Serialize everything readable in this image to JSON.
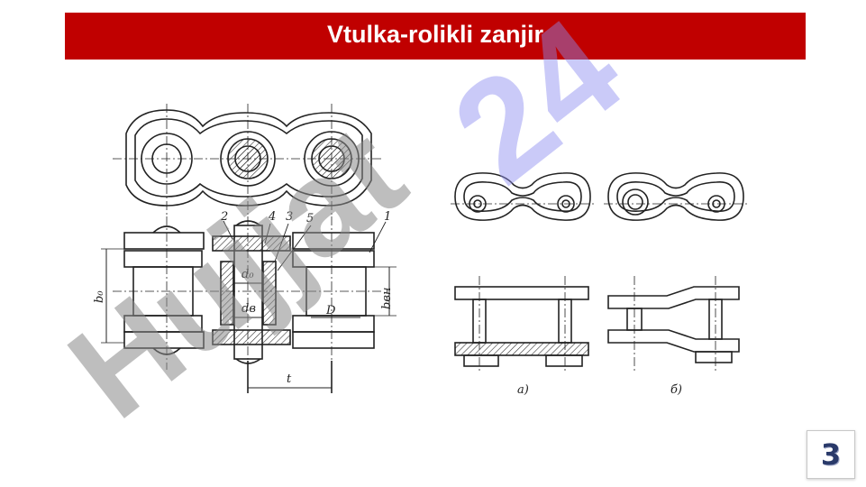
{
  "header": {
    "title": "Vtulka-rolikli zanjir"
  },
  "watermark": {
    "text": "Hujjat 24",
    "color": "#8c8cf0",
    "gray": "#9a9a9a"
  },
  "diagram": {
    "labels": {
      "part_1": "1",
      "part_2": "2",
      "part_3": "3",
      "part_4": "4",
      "part_5": "5",
      "d0": "d₀",
      "dB": "dв",
      "b0": "b₀",
      "bBN": "bвн",
      "D": "D",
      "t": "t",
      "variant_a": "a)",
      "variant_b": "б)"
    }
  },
  "footer": {
    "page_number": "3"
  },
  "colors": {
    "header_bg": "#c00000",
    "header_text": "#ffffff"
  }
}
